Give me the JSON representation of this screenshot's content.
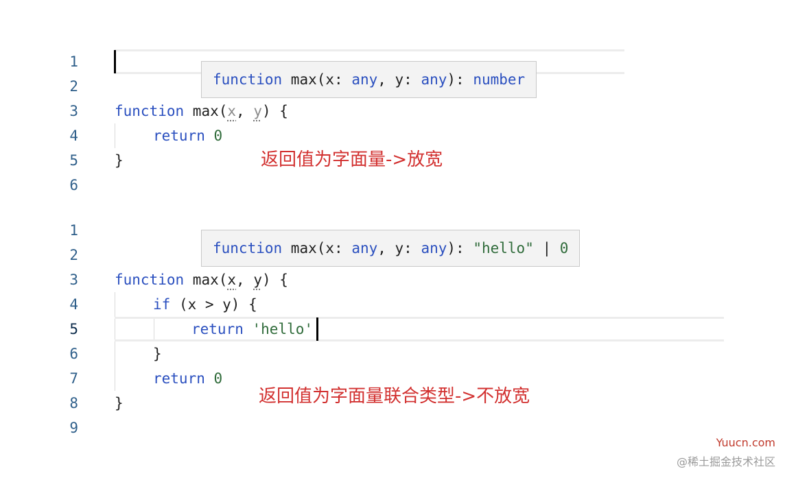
{
  "snippet1": {
    "line_numbers": [
      "1",
      "2",
      "3",
      "4",
      "5",
      "6"
    ],
    "tooltip": {
      "kw": "function",
      "sig": " max(x: ",
      "t1": "any",
      "mid": ", y: ",
      "t2": "any",
      "colon": "): ",
      "ret": "number"
    },
    "code": {
      "l3_kw": "function",
      "l3_name": " max(",
      "l3_x": "x",
      "l3_comma": ", ",
      "l3_y": "y",
      "l3_end": ") {",
      "l4_kw": "return",
      "l4_num": "0",
      "l5": "}"
    },
    "annotation": "返回值为字面量->放宽"
  },
  "snippet2": {
    "line_numbers": [
      "1",
      "2",
      "3",
      "4",
      "5",
      "6",
      "7",
      "8",
      "9"
    ],
    "tooltip": {
      "kw": "function",
      "sig": " max(x: ",
      "t1": "any",
      "mid": ", y: ",
      "t2": "any",
      "colon": "): ",
      "s1": "\"hello\"",
      "bar": " | ",
      "n0": "0"
    },
    "code": {
      "l3_kw": "function",
      "l3_name": " max(",
      "l3_x": "x",
      "l3_comma": ", ",
      "l3_y": "y",
      "l3_end": ") {",
      "l4_kw": "if",
      "l4_rest": " (x > y) {",
      "l5_kw": "return",
      "l5_str": "'hello'",
      "l6": "}",
      "l7_kw": "return",
      "l7_num": "0",
      "l8": "}"
    },
    "annotation": "返回值为字面量联合类型->不放宽"
  },
  "watermark": {
    "site": "Yuucn.com",
    "credit": "@稀土掘金技术社区"
  },
  "colors": {
    "keyword": "#2a4fbf",
    "number": "#2f6b3a",
    "annotation": "#d2302f"
  }
}
